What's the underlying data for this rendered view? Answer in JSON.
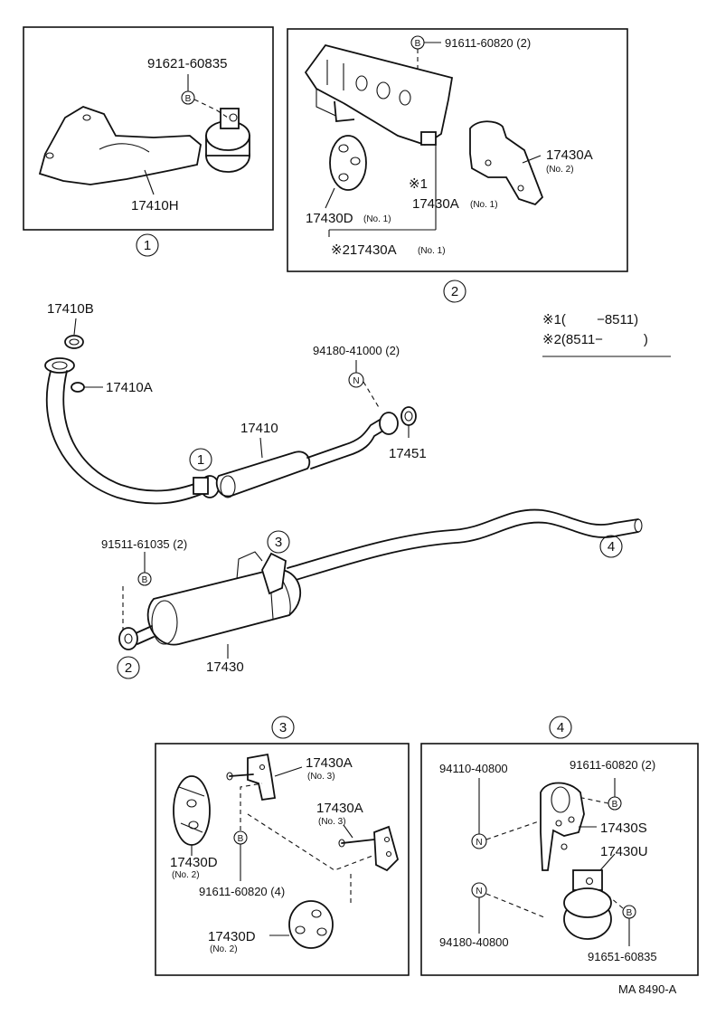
{
  "labels": {
    "b1_clampbolt": "91621-60835",
    "b1_bracket": "17410H",
    "b2_bolt": "91611-60820 (2)",
    "b2_hanger_no2": "17430A",
    "b2_hanger_no2_sub": "(No. 2)",
    "b2_mark1": "※1",
    "b2_hanger_no1": "17430A",
    "b2_hanger_no1_sub": "(No. 1)",
    "b2_cushion": "17430D",
    "b2_cushion_sub": "(No. 1)",
    "b2_mark2_part": "※217430A",
    "b2_mark2_sub": "(No. 1)",
    "gasket_top": "17410B",
    "nut_top": "17410A",
    "nut_center": "94180-41000 (2)",
    "front_pipe": "17410",
    "gasket_right": "17451",
    "bolt_center": "91511-61035 (2)",
    "tail_pipe": "17430",
    "b3_hanger_a": "17430A",
    "b3_hanger_a_sub": "(No. 3)",
    "b3_hanger_b": "17430A",
    "b3_hanger_b_sub": "(No. 3)",
    "b3_cushion_a": "17430D",
    "b3_cushion_a_sub": "(No. 2)",
    "b3_bolt": "91611-60820 (4)",
    "b3_cushion_b": "17430D",
    "b3_cushion_b_sub": "(No. 2)",
    "b4_nut_a": "94110-40800",
    "b4_bolt_a": "91611-60820 (2)",
    "b4_bracket_s": "17430S",
    "b4_bracket_u": "17430U",
    "b4_nut_b": "94180-40800",
    "b4_bolt_b": "91651-60835",
    "legend_1": "※1(　　 −8511)",
    "legend_2": "※2(8511−　　　)",
    "diagram_code": "MA  8490-A"
  },
  "callouts": {
    "c1": "1",
    "c2": "2",
    "c3": "3",
    "c4": "4"
  },
  "fastener_codes": {
    "bolt": "B",
    "nut": "N"
  }
}
